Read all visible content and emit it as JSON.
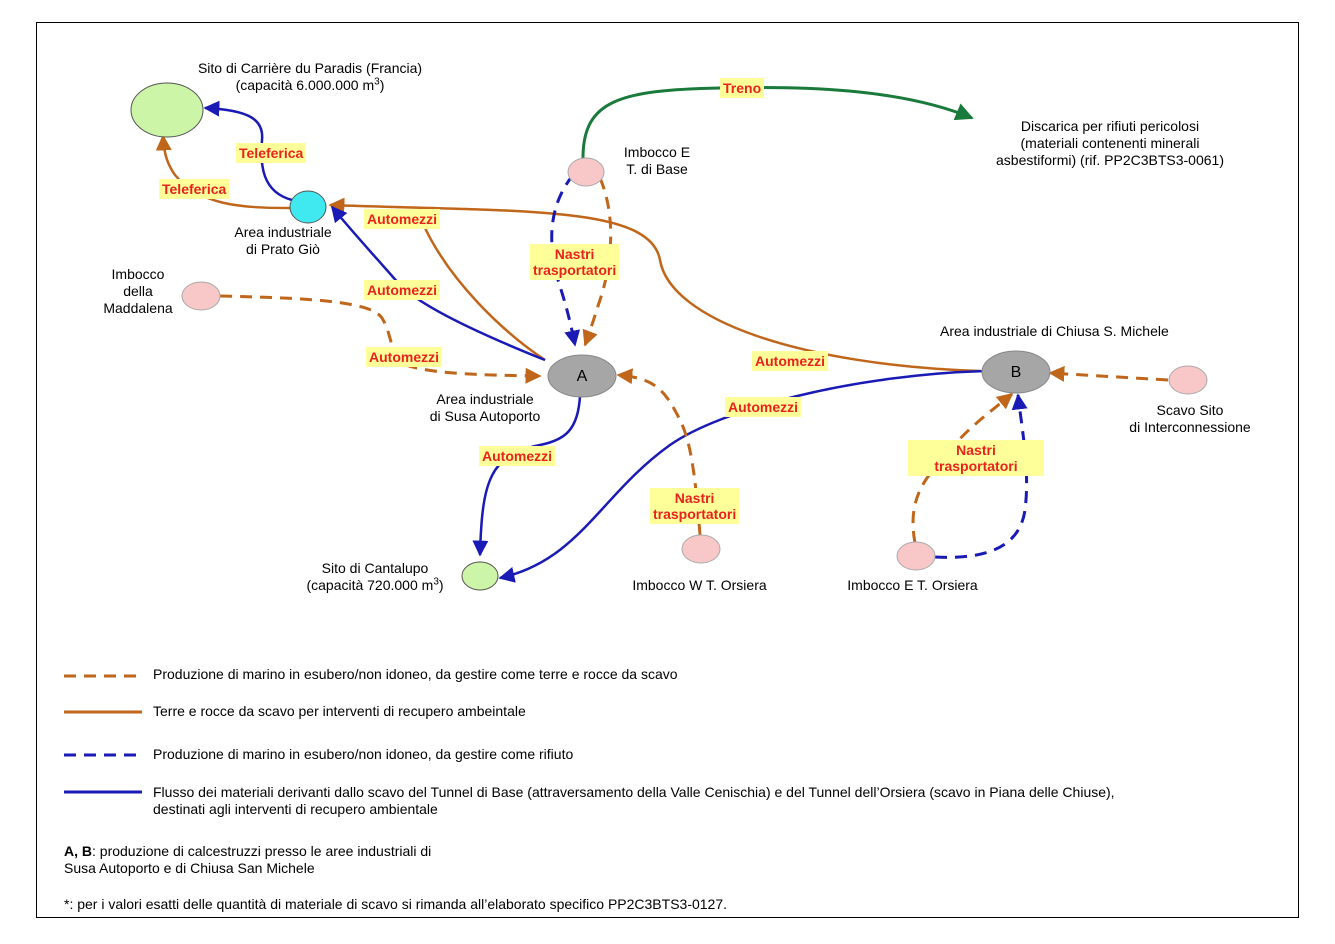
{
  "nodes": {
    "carriere": {
      "name": "Sito di Carrière du Paradis (Francia)",
      "capacity": "(capacità 6.000.000 m",
      "sup": "3",
      "close": ")"
    },
    "discarica": {
      "line1": "Discarica per rifiuti pericolosi",
      "line2": "(materiali contenenti minerali",
      "line3": "asbestiformi) (rif. PP2C3BTS3-0061)"
    },
    "imbocco_e_base": {
      "line1": "Imbocco E",
      "line2": "T. di Base"
    },
    "prato_gio": {
      "line1": "Area industriale",
      "line2": "di Prato Giò"
    },
    "maddalena": {
      "line1": "Imbocco",
      "line2": "della",
      "line3": "Maddalena"
    },
    "node_a": {
      "letter": "A",
      "line1": "Area industriale",
      "line2": "di Susa Autoporto"
    },
    "node_b": {
      "letter": "B",
      "title": "Area industriale di Chiusa S. Michele"
    },
    "scavo": {
      "line1": "Scavo Sito",
      "line2": "di Interconnessione"
    },
    "cantalupo": {
      "name": "Sito di Cantalupo",
      "capacity": "(capacità 720.000 m",
      "sup": "3",
      "close": ")"
    },
    "imbocco_w_orsiera": {
      "name": "Imbocco W T. Orsiera"
    },
    "imbocco_e_orsiera": {
      "name": "Imbocco E T. Orsiera"
    }
  },
  "tags": {
    "treno": "Treno",
    "teleferica_top": "Teleferica",
    "teleferica_left": "Teleferica",
    "automezzi_prato": "Automezzi",
    "automezzi_mid": "Automezzi",
    "automezzi_madd": "Automezzi",
    "automezzi_chiusa": "Automezzi",
    "automezzi_blue": "Automezzi",
    "automezzi_cant": "Automezzi",
    "nastri_base_1": "Nastri",
    "nastri_base_2": "trasportatori",
    "nastri_w_1": "Nastri",
    "nastri_w_2": "trasportatori",
    "nastri_b_1": "Nastri",
    "nastri_b_2": "trasportatori"
  },
  "legend": [
    {
      "style": "orange-dashed",
      "text": "Produzione di marino in esubero/non idoneo, da gestire come terre e rocce da scavo"
    },
    {
      "style": "orange-solid",
      "text": "Terre e rocce da scavo per interventi di recupero ambeintale"
    },
    {
      "style": "blue-dashed",
      "text": "Produzione di marino in esubero/non idoneo, da gestire come rifiuto"
    },
    {
      "style": "blue-solid",
      "text": "Flusso dei materiali derivanti dallo scavo del Tunnel di Base (attraversamento della Valle Cenischia) e del Tunnel dell’Orsiera (scavo in Piana delle Chiuse),",
      "text2": "destinati agli interventi di recupero ambientale"
    }
  ],
  "notes": {
    "ab_bold": "A, B",
    "ab_rest": ": produzione di calcestruzzi presso le aree industriali di",
    "ab_line2": "Susa Autoporto e di Chiusa San Michele",
    "footnote": "*: per i valori esatti delle quantità di materiale di scavo si rimanda all’elaborato specifico PP2C3BTS3-0127."
  },
  "colors": {
    "orange": "#c0661a",
    "blue": "#1a1ab5",
    "green": "#1a7a3c",
    "tag_bg": "#ffff99",
    "tag_text": "#e8231e",
    "node_grey": "#a6a6a6",
    "node_pink": "#f8c8c8",
    "node_green": "#ccf5a8",
    "node_cyan": "#40e8f0"
  }
}
